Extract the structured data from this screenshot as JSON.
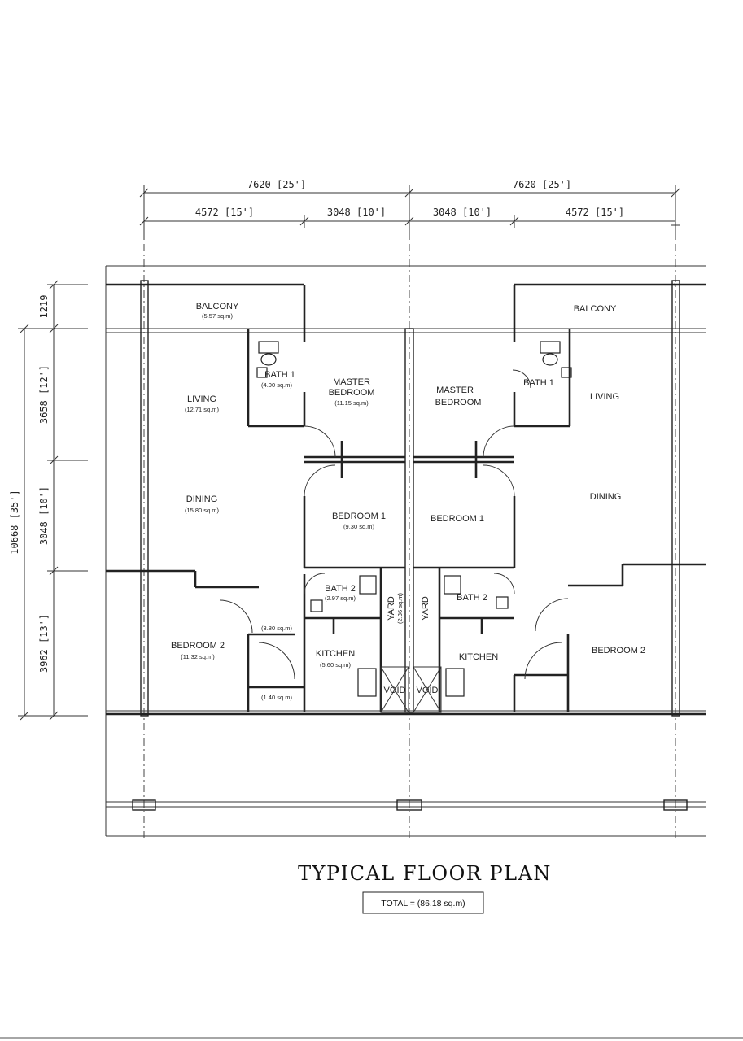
{
  "dimensions": {
    "top_left_total": "7620 [25']",
    "top_right_total": "7620 [25']",
    "top_seg_1": "4572 [15']",
    "top_seg_2": "3048 [10']",
    "top_seg_3": "3048 [10']",
    "top_seg_4": "4572 [15']",
    "left_total": "10668 [35']",
    "left_seg_1": "1219",
    "left_seg_2": "3658 [12']",
    "left_seg_3": "3048 [10']",
    "left_seg_4": "3962 [13']"
  },
  "left_unit": {
    "balcony": {
      "name": "BALCONY",
      "area": "(5.57 sq.m)"
    },
    "living": {
      "name": "LIVING",
      "area": "(12.71 sq.m)"
    },
    "bath1": {
      "name": "BATH 1",
      "area": "(4.00 sq.m)"
    },
    "master_bedroom": {
      "name_line1": "MASTER",
      "name_line2": "BEDROOM",
      "area": "(11.15 sq.m)"
    },
    "dining": {
      "name": "DINING",
      "area": "(15.80 sq.m)"
    },
    "bedroom1": {
      "name": "BEDROOM 1",
      "area": "(9.30 sq.m)"
    },
    "bath2": {
      "name": "BATH 2",
      "area": "(2.97 sq.m)"
    },
    "yard": {
      "name": "YARD",
      "area": "(2.36 sq.m)"
    },
    "bedroom2": {
      "name": "BEDROOM 2",
      "area": "(11.32 sq.m)"
    },
    "store_area": "(3.80 sq.m)",
    "kitchen": {
      "name": "KITCHEN",
      "area": "(5.60 sq.m)"
    },
    "utility_area": "(1.40 sq.m)",
    "void": "VOID"
  },
  "right_unit": {
    "balcony": "BALCONY",
    "living": "LIVING",
    "bath1": "BATH 1",
    "master_bedroom_line1": "MASTER",
    "master_bedroom_line2": "BEDROOM",
    "dining": "DINING",
    "bedroom1": "BEDROOM 1",
    "bath2": "BATH 2",
    "yard": "YARD",
    "bedroom2": "BEDROOM 2",
    "kitchen": "KITCHEN",
    "void": "VOID"
  },
  "title": "TYPICAL FLOOR PLAN",
  "total": "TOTAL = (86.18 sq.m)"
}
